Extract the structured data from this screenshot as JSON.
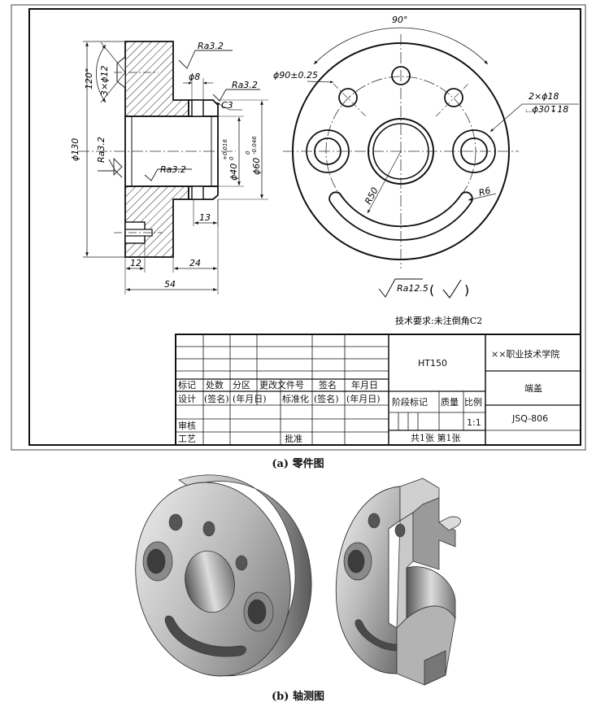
{
  "section_view": {
    "ra_top": "Ra3.2",
    "ra_mid": "Ra3.2",
    "ra_left": "Ra3.2",
    "ra_inner": "Ra3.2",
    "d8": "ϕ8",
    "chamfer": "C3",
    "angle120": "120°",
    "holes3x12": "3×ϕ12",
    "d130": "ϕ130",
    "d40": "ϕ40",
    "d40_tol_up": "+0.016",
    "d40_tol_low": "0",
    "d60": "ϕ60",
    "d60_tol_up": "0",
    "d60_tol_low": "-0.046",
    "dim13": "13",
    "dim12": "12",
    "dim24": "24",
    "dim54": "54"
  },
  "front_view": {
    "angle90": "90°",
    "d90": "ϕ90±0.25",
    "holes2x18": "2×ϕ18",
    "cbore": "⌴ϕ30↧18",
    "r50": "R50",
    "r6": "R6"
  },
  "notes": {
    "ra_general": "Ra12.5",
    "ra_paren_open": "(",
    "ra_paren_close": ")",
    "tech_req": "技术要求:未注倒角C2"
  },
  "title_block": {
    "rev_headers": [
      "标记",
      "处数",
      "分区",
      "更改文件号",
      "签名",
      "年月日"
    ],
    "design_row": [
      "设计",
      "(签名)",
      "(年月日)",
      "标准化",
      "(签名)",
      "(年月日)"
    ],
    "review": "审核",
    "process": "工艺",
    "approve": "批准",
    "material": "HT150",
    "stage_headers": [
      "阶段标记",
      "质量",
      "比例"
    ],
    "scale": "1:1",
    "sheets": "共1张  第1张",
    "school": "××职业技术学院",
    "part_name": "端盖",
    "drawing_no": "JSQ-806"
  },
  "captions": {
    "a": "(a) 零件图",
    "b": "(b) 轴测图"
  }
}
